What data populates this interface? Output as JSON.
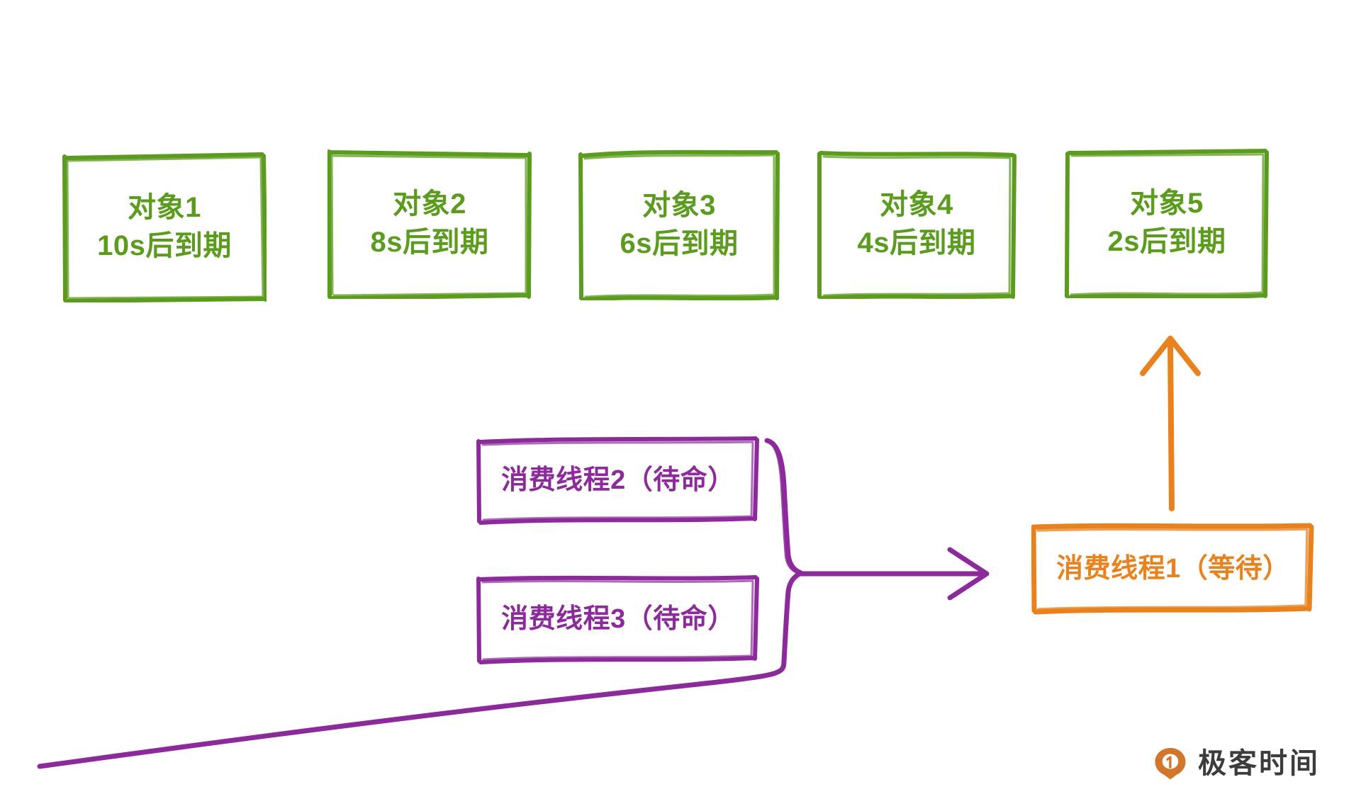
{
  "diagram": {
    "title": "DelayQueue consumer thread contention diagram",
    "background": "#ffffff",
    "colors": {
      "object_green": "#5B9B1E",
      "thread_purple": "#8C2A9B",
      "active_orange": "#E8821E",
      "watermark_text": "#3C3C3C",
      "watermark_logo": "#D2762C"
    }
  },
  "objects": [
    {
      "name": "对象1",
      "expiry": "10s后到期"
    },
    {
      "name": "对象2",
      "expiry": "8s后到期"
    },
    {
      "name": "对象3",
      "expiry": "6s后到期"
    },
    {
      "name": "对象4",
      "expiry": "4s后到期"
    },
    {
      "name": "对象5",
      "expiry": "2s后到期"
    }
  ],
  "threads": {
    "waiting": {
      "label": "消费线程2（待命）"
    },
    "waiting_2": {
      "label": "消费线程3（待命）"
    },
    "active": {
      "label": "消费线程1（等待）"
    }
  },
  "watermark": {
    "text": "极客时间"
  }
}
